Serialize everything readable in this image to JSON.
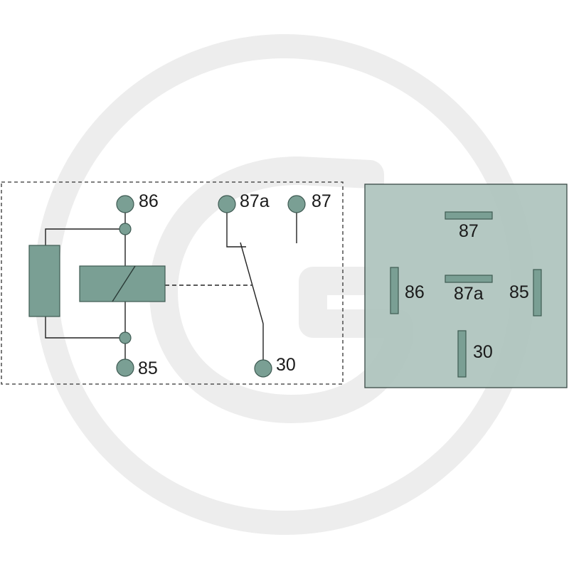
{
  "colors": {
    "component": "#7a9f94",
    "component_edge": "#3e5a52",
    "socket_fill": "#aec3bd",
    "socket_border": "#3a4a46",
    "socket_pin": "#7a9f94",
    "wire": "#222222",
    "watermark": "#ededed"
  },
  "watermark": {
    "icon": "circle-g-watermark-icon"
  },
  "schematic": {
    "terminals": {
      "t86": "86",
      "t85": "85",
      "t87a": "87a",
      "t87": "87",
      "t30": "30"
    }
  },
  "socket": {
    "pins": {
      "p87": "87",
      "p87a": "87a",
      "p86": "86",
      "p85": "85",
      "p30": "30"
    }
  }
}
